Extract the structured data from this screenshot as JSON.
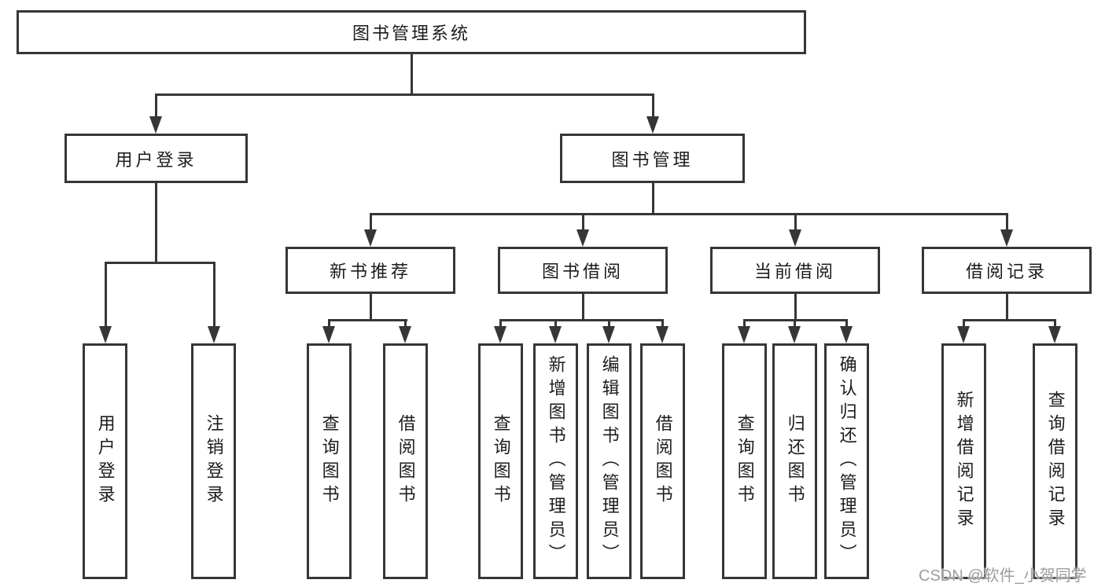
{
  "diagram": {
    "root": {
      "label": "图书管理系统"
    },
    "level2": [
      {
        "label": "用户登录"
      },
      {
        "label": "图书管理"
      }
    ],
    "level3": [
      {
        "label": "新书推荐"
      },
      {
        "label": "图书借阅"
      },
      {
        "label": "当前借阅"
      },
      {
        "label": "借阅记录"
      }
    ],
    "leaves": [
      {
        "label": "用户登录"
      },
      {
        "label": "注销登录"
      },
      {
        "label": "查询图书"
      },
      {
        "label": "借阅图书"
      },
      {
        "label": "查询图书"
      },
      {
        "label": "新增图书（管理员）"
      },
      {
        "label": "编辑图书（管理员）"
      },
      {
        "label": "借阅图书"
      },
      {
        "label": "查询图书"
      },
      {
        "label": "归还图书"
      },
      {
        "label": "确认归还（管理员）"
      },
      {
        "label": "新增借阅记录"
      },
      {
        "label": "查询借阅记录"
      }
    ]
  },
  "watermark": {
    "text": "CSDN @软件_小贺同学"
  },
  "colors": {
    "line": "#363636",
    "box-border": "#363636",
    "box-bg": "#ffffff",
    "text": "#1c1c1c",
    "watermark": "#9c9c9c",
    "canvas": "#ffffff"
  }
}
